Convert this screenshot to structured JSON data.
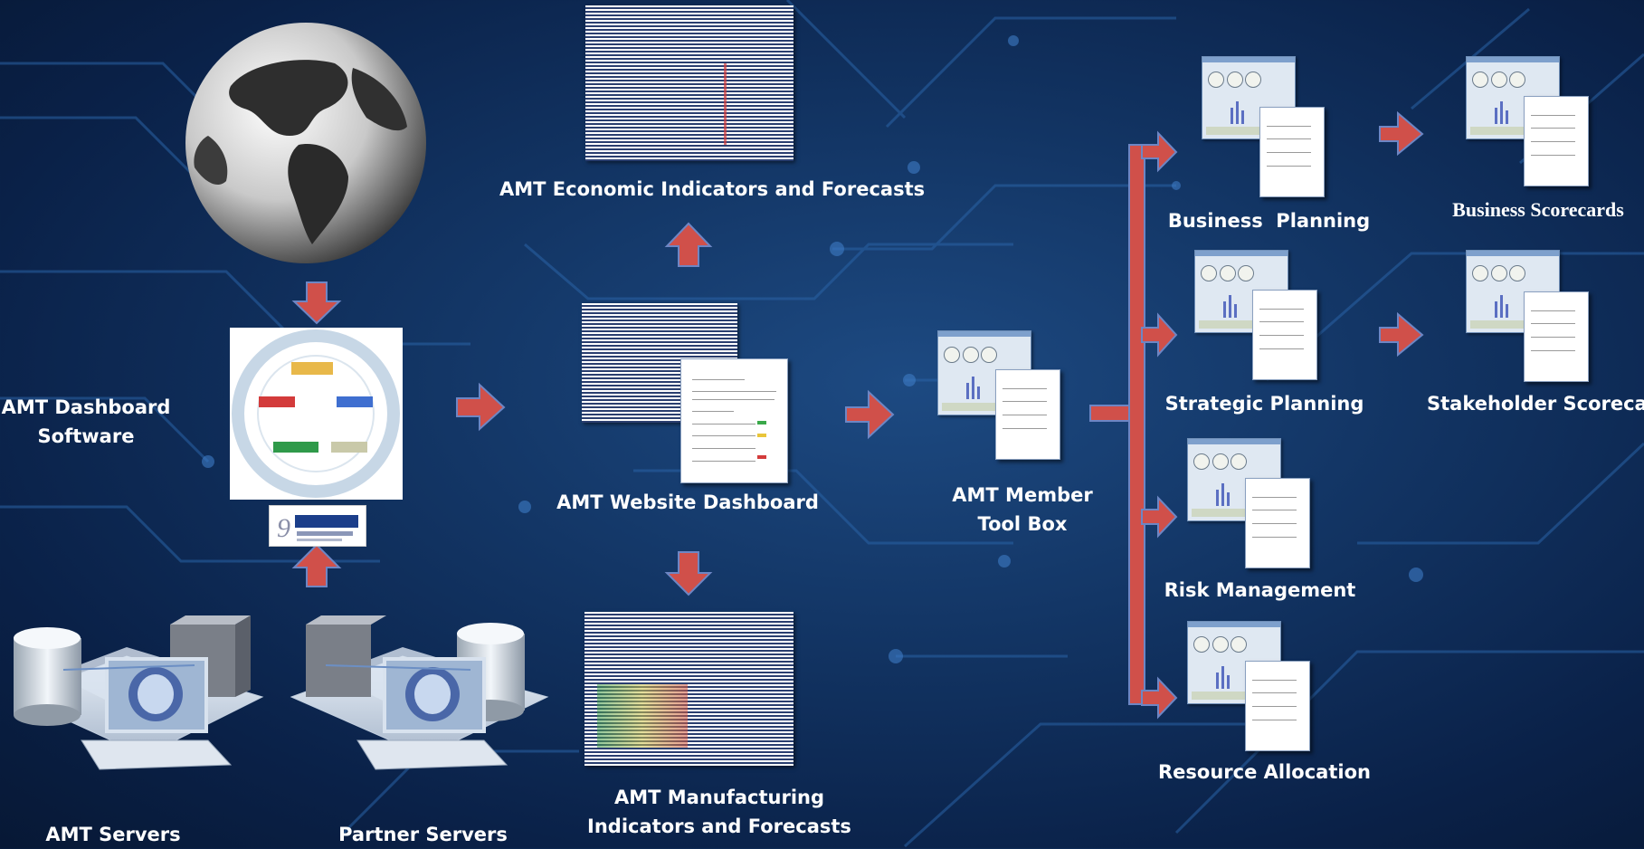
{
  "colors": {
    "background": "#123463",
    "circuit_line": "#2c6ab0",
    "arrow_fill": "#d0504a",
    "arrow_stroke": "#6d86c4",
    "label": "#ffffff"
  },
  "labels": {
    "dashboard_software": "AMT Dashboard Software",
    "amt_servers": "AMT Servers",
    "partner_servers": "Partner Servers",
    "economic_indicators": "AMT Economic Indicators and Forecasts",
    "website_dashboard": "AMT Website Dashboard",
    "manufacturing_indicators": "AMT Manufacturing Indicators and Forecasts",
    "member_toolbox": "AMT Member Tool Box",
    "business_planning": "Business  Planning",
    "strategic_planning": "Strategic Planning",
    "risk_management": "Risk Management",
    "resource_allocation": "Resource Allocation",
    "business_scorecards": "Business Scorecards",
    "stakeholder_scorecards": "Stakeholder Scorecards"
  },
  "icons": {
    "globe": "globe-icon",
    "software_logo": "operational-management-wheel-logo",
    "corporate_logo": "corporate-planning-logo",
    "server": "server-workstation-icon",
    "dashboard_doc": "dashboard-report-icon"
  }
}
